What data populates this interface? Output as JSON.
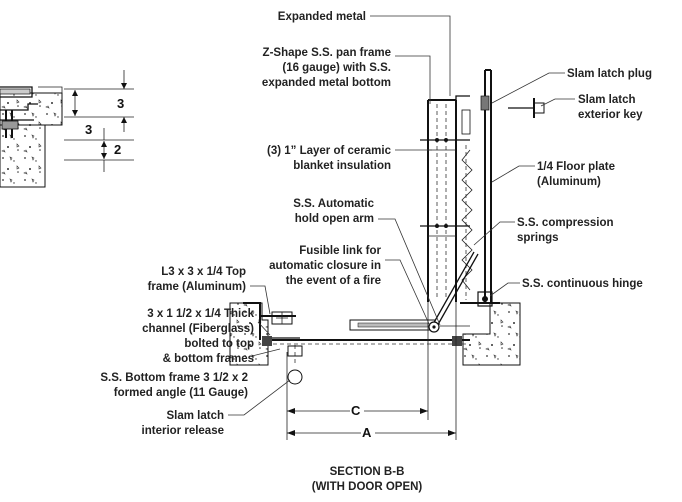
{
  "labels": {
    "expanded_metal": "Expanded metal",
    "zpan_1": "Z-Shape S.S. pan frame",
    "zpan_2": "(16 gauge) with S.S.",
    "zpan_3": "expanded metal bottom",
    "ceramic_1": "(3) 1” Layer of ceramic",
    "ceramic_2": "blanket insulation",
    "arm_1": "S.S. Automatic",
    "arm_2": "hold open arm",
    "fusible_1": "Fusible link for",
    "fusible_2": "automatic closure in",
    "fusible_3": "the event of a fire",
    "topframe_1": "L3 x 3 x 1/4 Top",
    "topframe_2": "frame (Aluminum)",
    "channel_1": "3 x 1 1/2 x 1/4 Thick",
    "channel_2": "channel (Fiberglass)",
    "channel_3": "bolted to top",
    "channel_4": "& bottom frames",
    "bottomframe_1": "S.S. Bottom frame 3 1/2 x 2",
    "bottomframe_2": "formed angle (11 Gauge)",
    "slam_release_1": "Slam latch",
    "slam_release_2": "interior release",
    "slam_plug": "Slam latch plug",
    "slam_key_1": "Slam latch",
    "slam_key_2": "exterior key",
    "floorplate_1": "1/4 Floor plate",
    "floorplate_2": "(Aluminum)",
    "springs_1": "S.S. compression",
    "springs_2": "springs",
    "hinge": "S.S. continuous hinge"
  },
  "dimensions": {
    "dim_3_top": "3",
    "dim_3_mid": "3",
    "dim_2": "2",
    "dim_c": "C",
    "dim_a": "A"
  },
  "caption": {
    "line1": "SECTION B-B",
    "line2": "(WITH DOOR OPEN)"
  },
  "colors": {
    "line": "#111111",
    "text": "#222222",
    "concrete": "#ffffff"
  }
}
